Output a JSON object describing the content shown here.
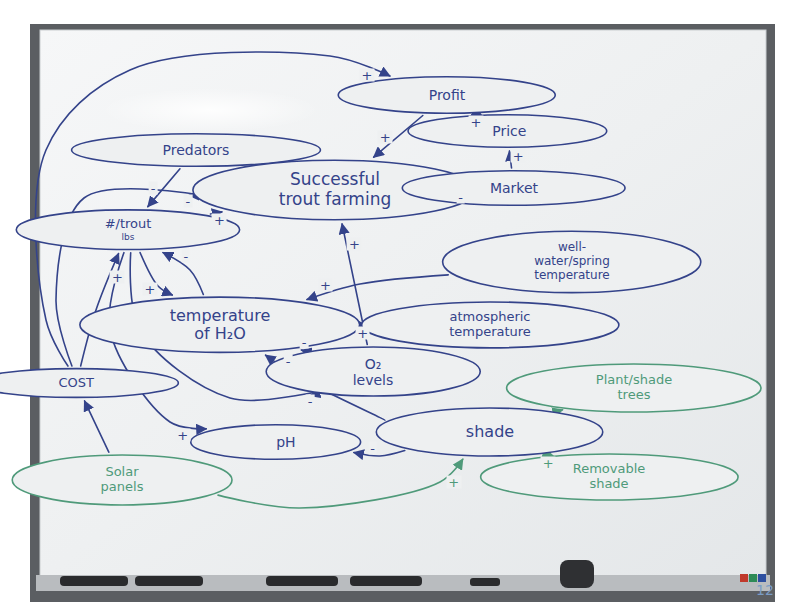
{
  "diagram": {
    "nodes": [
      {
        "text": [
          "Profit"
        ]
      },
      {
        "text": [
          "Price"
        ]
      },
      {
        "text": [
          "Predators"
        ]
      },
      {
        "text": [
          "Successful trout farming"
        ]
      },
      {
        "text": [
          "Market"
        ]
      },
      {
        "text": [
          "#/trout",
          "lbs"
        ]
      },
      {
        "text": [
          "well-water/spring temperature"
        ]
      },
      {
        "text": [
          "temperature of H₂O"
        ]
      },
      {
        "text": [
          "atmospheric temperature"
        ]
      },
      {
        "text": [
          "O₂ levels"
        ]
      },
      {
        "text": [
          "COST"
        ]
      },
      {
        "text": [
          "Plant/shade trees"
        ]
      },
      {
        "text": [
          "shade"
        ]
      },
      {
        "text": [
          "pH"
        ]
      },
      {
        "text": [
          "Solar panels"
        ]
      },
      {
        "text": [
          "Removable shade"
        ]
      }
    ],
    "edges": [
      {
        "from": 1,
        "to": 0,
        "arrow": "to",
        "label": "+"
      },
      {
        "from": 4,
        "to": 1,
        "arrow": "to",
        "label": "+"
      },
      {
        "from": 0,
        "to": 3,
        "arrow": "to",
        "label": "+"
      },
      {
        "from": 4,
        "to": 3,
        "arrow": "to",
        "label": "-"
      },
      {
        "from": 10,
        "to": 0,
        "arrow": "to",
        "label": "+"
      },
      {
        "from": 2,
        "to": 5,
        "arrow": "to",
        "label": "-"
      },
      {
        "from": 5,
        "to": 3,
        "arrow": "to",
        "label": "+"
      },
      {
        "from": 5,
        "to": 7,
        "arrow": "to",
        "label": "+"
      },
      {
        "from": 7,
        "to": 5,
        "arrow": "to",
        "label": "-"
      },
      {
        "from": 6,
        "to": 7,
        "arrow": "to",
        "label": "+"
      },
      {
        "from": 8,
        "to": 7,
        "arrow": "to",
        "label": "+"
      },
      {
        "from": 7,
        "to": 9,
        "arrow": "to",
        "label": "-"
      },
      {
        "from": 9,
        "to": 3,
        "arrow": "to",
        "label": "+"
      },
      {
        "from": 5,
        "to": 9,
        "arrow": "to",
        "label": "-"
      },
      {
        "from": 5,
        "to": 13,
        "arrow": "to",
        "label": "+"
      },
      {
        "from": 10,
        "to": 3,
        "arrow": "to",
        "label": "-"
      },
      {
        "from": 10,
        "to": 5,
        "arrow": "to",
        "label": "+"
      },
      {
        "from": 12,
        "to": 7,
        "arrow": "to",
        "label": "-"
      },
      {
        "from": 12,
        "to": 13,
        "arrow": "to",
        "label": "-"
      },
      {
        "from": 14,
        "to": 10,
        "arrow": "to"
      },
      {
        "from": 14,
        "to": 12,
        "arrow": "to",
        "label": "+"
      },
      {
        "from": 11,
        "to": 12,
        "arrow": "to"
      },
      {
        "from": 15,
        "to": 12,
        "arrow": "to",
        "label": "+"
      }
    ],
    "labels": [
      "12"
    ]
  }
}
